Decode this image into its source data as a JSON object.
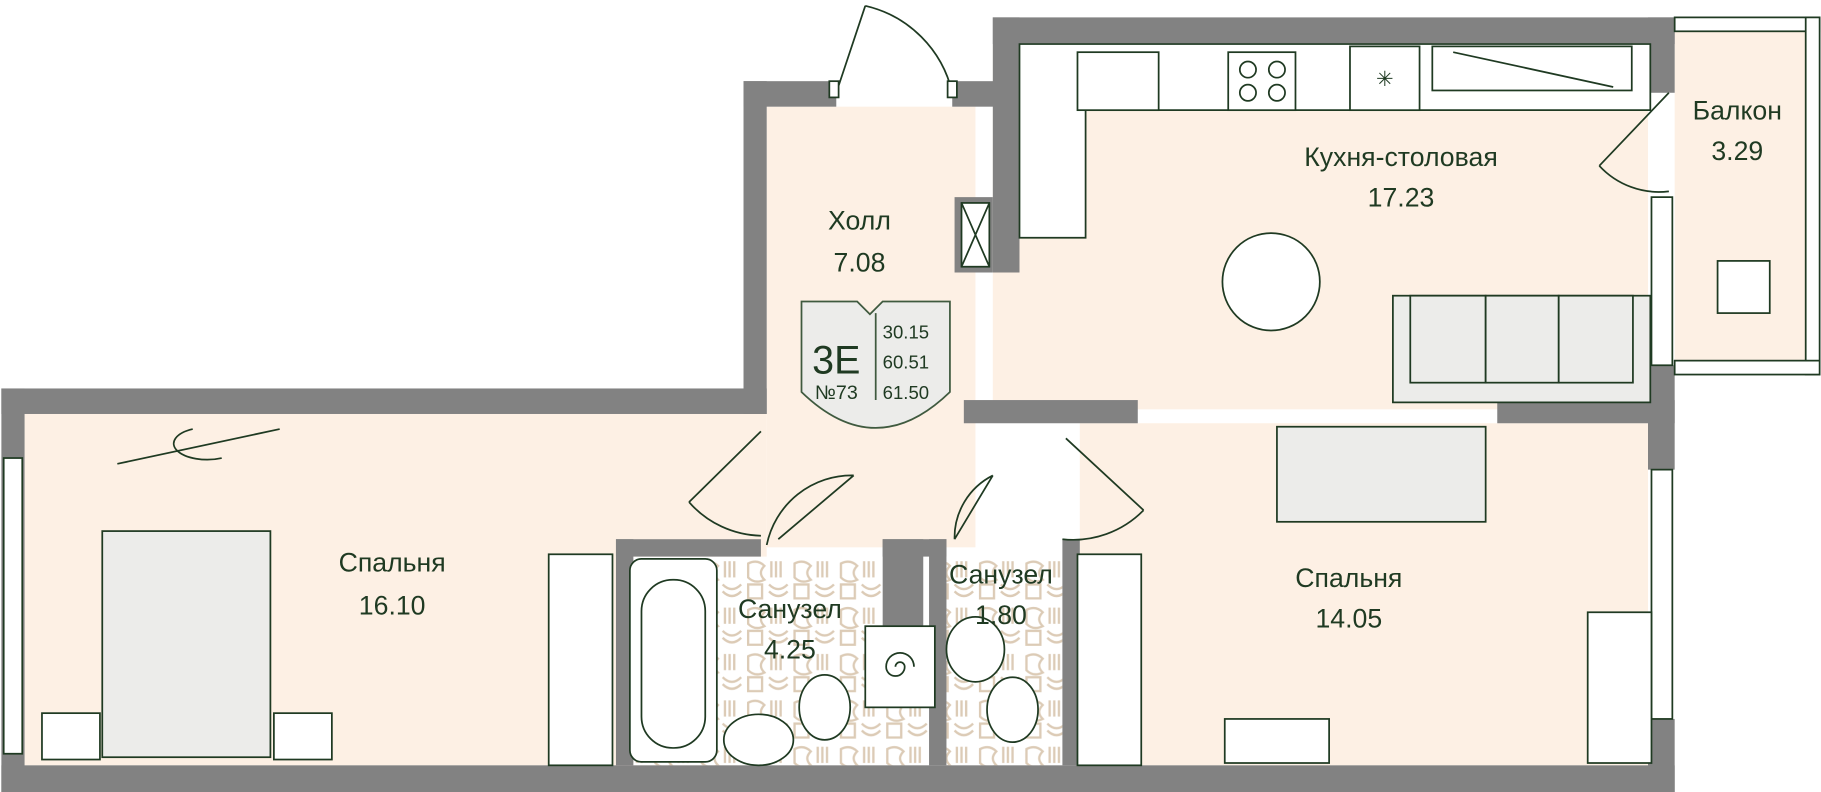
{
  "rooms": {
    "hall": {
      "name": "Холл",
      "area": "7.08"
    },
    "kitchen": {
      "name": "Кухня-столовая",
      "area": "17.23"
    },
    "balcony": {
      "name": "Балкон",
      "area": "3.29"
    },
    "bedroom1": {
      "name": "Спальня",
      "area": "16.10"
    },
    "bathroom1": {
      "name": "Санузел",
      "area": "4.25"
    },
    "bathroom2": {
      "name": "Санузел",
      "area": "1.80"
    },
    "bedroom2": {
      "name": "Спальня",
      "area": "14.05"
    }
  },
  "badge": {
    "type": "3Е",
    "number": "№73",
    "living_area": "30.15",
    "total_area": "60.51",
    "total_area_with_balcony": "61.50"
  },
  "colors": {
    "wall": "#828282",
    "floor": "#fdf0e4",
    "text": "#1f3a22",
    "furniture": "#ececea"
  }
}
